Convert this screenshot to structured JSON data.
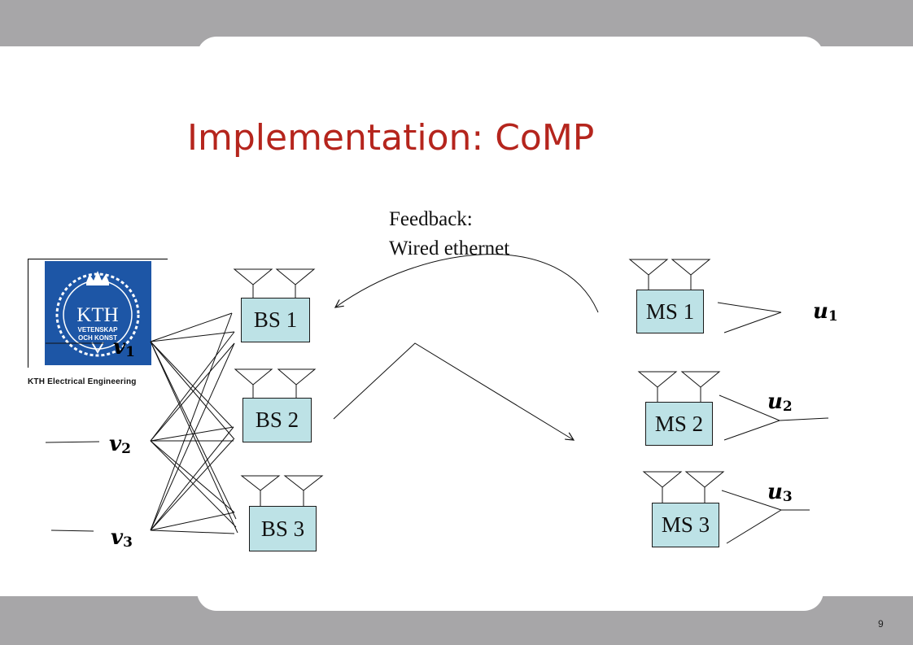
{
  "slide": {
    "title": "Implementation: CoMP",
    "page_number": "9"
  },
  "logo": {
    "name": "KTH",
    "line1": "VETENSKAP",
    "line2": "OCH KONST",
    "caption": "KTH Electrical Engineering",
    "color": "#1d56a6"
  },
  "feedback": {
    "line1": "Feedback:",
    "line2": "Wired ethernet"
  },
  "base_stations": [
    {
      "label": "BS 1"
    },
    {
      "label": "BS 2"
    },
    {
      "label": "BS 3"
    }
  ],
  "mobile_stations": [
    {
      "label": "MS 1"
    },
    {
      "label": "MS 2"
    },
    {
      "label": "MS 3"
    }
  ],
  "inputs": [
    {
      "symbol": "v",
      "index": "1"
    },
    {
      "symbol": "v",
      "index": "2"
    },
    {
      "symbol": "v",
      "index": "3"
    }
  ],
  "outputs": [
    {
      "symbol": "u",
      "index": "1"
    },
    {
      "symbol": "u",
      "index": "2"
    },
    {
      "symbol": "u",
      "index": "3"
    }
  ],
  "colors": {
    "title": "#b5251d",
    "station_fill": "#bde2e6",
    "band": "#a7a6a8"
  }
}
